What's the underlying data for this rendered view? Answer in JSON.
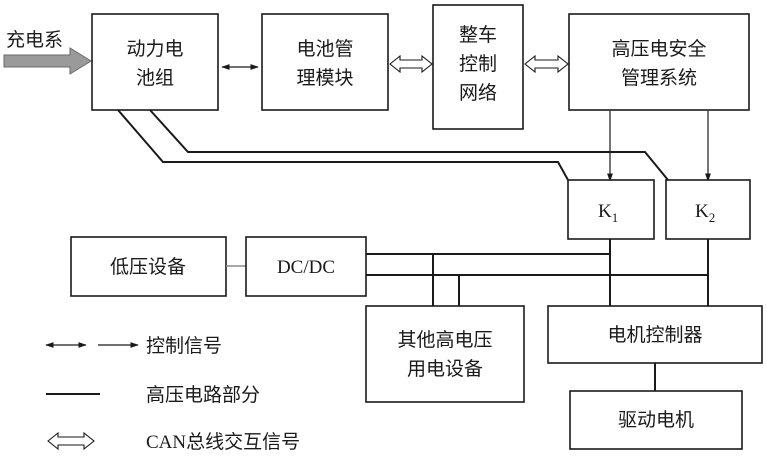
{
  "charge_input": "充电系",
  "battery_pack": {
    "line1": "动力电",
    "line2": "池组"
  },
  "bms": {
    "line1": "电池管",
    "line2": "理模块"
  },
  "vehicle_network": {
    "line1": "整车",
    "line2": "控制",
    "line3": "网络"
  },
  "hv_safety": {
    "line1": "高压电安全",
    "line2": "管理系统"
  },
  "relay_k1": {
    "letter": "K",
    "sub": "1"
  },
  "relay_k2": {
    "letter": "K",
    "sub": "2"
  },
  "low_voltage_device": "低压设备",
  "dcdc": "DC/DC",
  "other_hv_devices": {
    "line1": "其他高电压",
    "line2": "用电设备"
  },
  "motor_controller": "电机控制器",
  "drive_motor": "驱动电机",
  "legend": {
    "control_signal": "控制信号",
    "hv_circuit": "高压电路部分",
    "can_signal": "CAN总线交互信号"
  }
}
